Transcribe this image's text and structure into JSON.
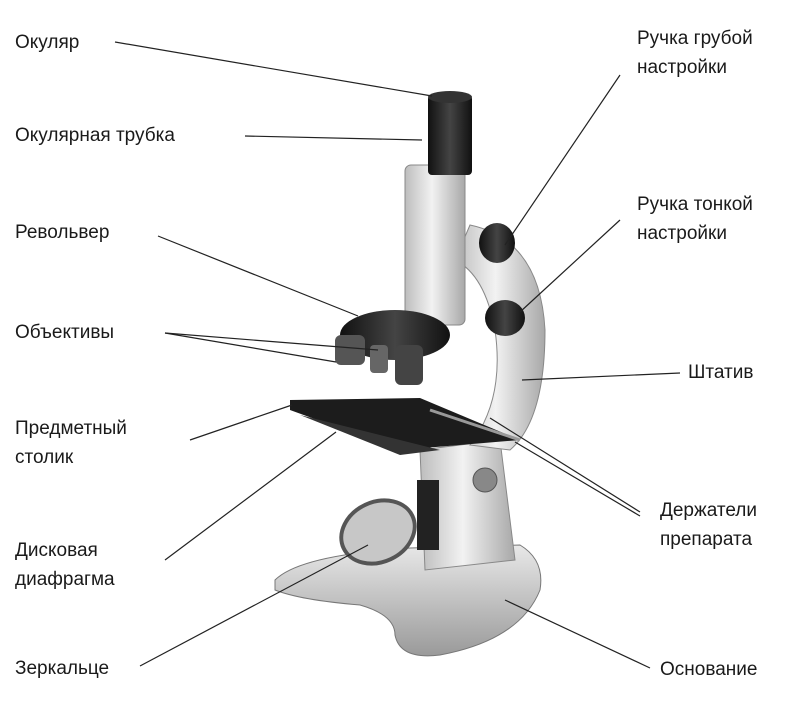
{
  "title": "Строение микроскопа",
  "labels": {
    "eyepiece": "Окуляр",
    "tube": "Окулярная трубка",
    "revolver": "Револьвер",
    "objectives": "Объективы",
    "stage_l1": "Предметный",
    "stage_l2": "столик",
    "diaphragm_l1": "Дисковая",
    "diaphragm_l2": "диафрагма",
    "mirror": "Зеркальце",
    "coarse_l1": "Ручка грубой",
    "coarse_l2": "настройки",
    "fine_l1": "Ручка тонкой",
    "fine_l2": "настройки",
    "arm": "Штатив",
    "clips_l1": "Держатели",
    "clips_l2": "препарата",
    "base": "Основание"
  }
}
